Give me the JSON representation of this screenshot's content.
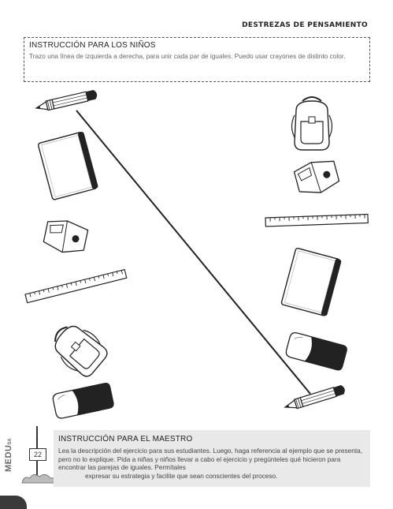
{
  "header": {
    "section": "DESTREZAS DE PENSAMIENTO"
  },
  "children_instruction": {
    "title": "INSTRUCCIÓN PARA LOS NIÑOS",
    "text": "Trazo una línea de izquierda a derecha, para unir cada par de iguales. Puedo usar crayones de distinto color."
  },
  "left_items": [
    "pencil-icon",
    "notebook-icon",
    "sharpener-icon",
    "ruler-icon",
    "backpack-icon",
    "eraser-icon"
  ],
  "right_items": [
    "backpack-icon",
    "sharpener-icon",
    "ruler-icon",
    "notebook-icon",
    "eraser-icon",
    "pencil-icon"
  ],
  "teacher_instruction": {
    "title": "INSTRUCCIÓN PARA EL MAESTRO",
    "text_main": "Lea la descripción del ejercicio para sus estudiantes.  Luego, haga referencia al ejemplo que se presenta, pero no lo explique.  Pida a niñas y niños llevar a cabo el ejercicio y pregúnteles qué hicieron para encontrar las parejas de iguales. Permítales",
    "text_end": "expresar su estrategia y facilite que sean conscientes del proceso."
  },
  "page_number": "22",
  "brand": {
    "name": "MEDU",
    "suffix": "SA"
  },
  "colors": {
    "line": "#222222",
    "gray_box": "#e9e9e9",
    "dark": "#222222"
  }
}
